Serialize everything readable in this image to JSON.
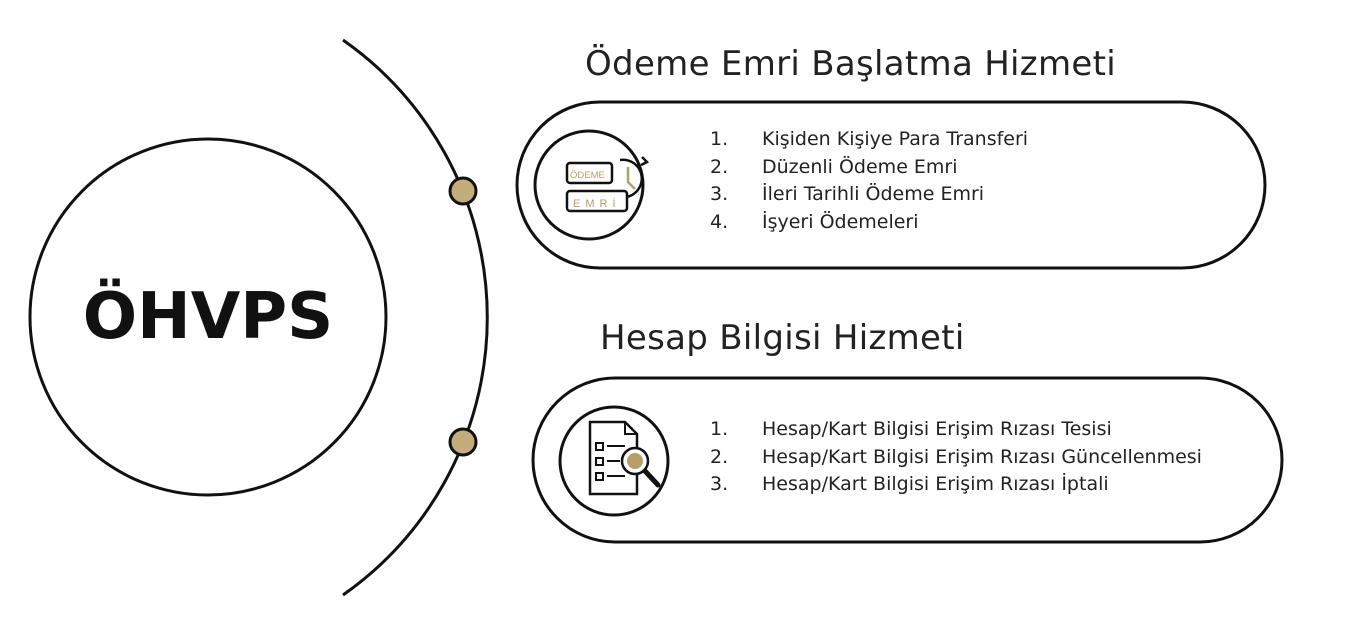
{
  "center": {
    "label": "ÖHVPS"
  },
  "colors": {
    "gold": "#b89d66",
    "line": "#111111"
  },
  "sections": [
    {
      "title": "Ödeme Emri Başlatma Hizmeti",
      "icon": "payment-order-clock-icon",
      "icon_text": [
        "ÖDEME",
        "EMRİ"
      ],
      "items": [
        {
          "num": "1.",
          "text": "Kişiden Kişiye Para Transferi"
        },
        {
          "num": "2.",
          "text": "Düzenli Ödeme Emri"
        },
        {
          "num": "3.",
          "text": "İleri Tarihli Ödeme Emri"
        },
        {
          "num": "4.",
          "text": "İşyeri Ödemeleri"
        }
      ]
    },
    {
      "title": "Hesap Bilgisi Hizmeti",
      "icon": "document-search-info-icon",
      "items": [
        {
          "num": "1.",
          "text": "Hesap/Kart Bilgisi Erişim Rızası Tesisi"
        },
        {
          "num": "2.",
          "text": "Hesap/Kart Bilgisi Erişim Rızası Güncellenmesi"
        },
        {
          "num": "3.",
          "text": "Hesap/Kart Bilgisi Erişim Rızası İptali"
        }
      ]
    }
  ]
}
